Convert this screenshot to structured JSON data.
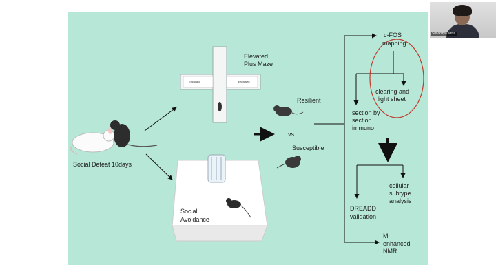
{
  "participant": {
    "name": "Shiladitya Mitra"
  },
  "slide": {
    "epm_label_line1": "Elevated",
    "epm_label_line2": "Plus Maze",
    "arm_left": "Enclosed",
    "arm_right": "Enclosed",
    "defeat_label": "Social Defeat 10days",
    "resilient": "Resilient",
    "vs": "vs",
    "susceptible": "Susceptible",
    "avoid_line1": "Social",
    "avoid_line2": "Avoidance",
    "cfos_line1": "c-FOS",
    "cfos_line2": "mapping",
    "clearing_line1": "clearing and",
    "clearing_line2": "light sheet",
    "section_line1": "section by",
    "section_line2": "section",
    "section_line3": "immuno",
    "cellular_line1": "cellular",
    "cellular_line2": "subtype",
    "cellular_line3": "analysis",
    "dreadd_line1": "DREADD",
    "dreadd_line2": "validation",
    "mn_line1": "Mn",
    "mn_line2": "enhanced",
    "mn_line3": "NMR"
  },
  "colors": {
    "slide_bg": "#b7e7d6",
    "circle": "#c0392b"
  }
}
